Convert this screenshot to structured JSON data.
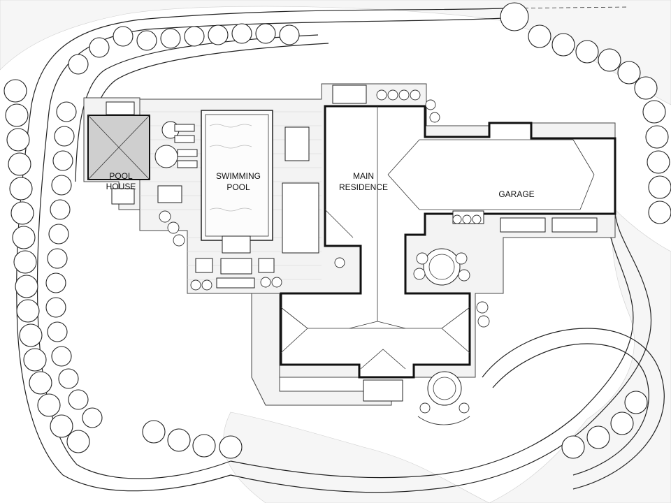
{
  "plan": {
    "labels": {
      "pool_house_line1": "POOL",
      "pool_house_line2": "HOUSE",
      "swimming_pool_line1": "SWIMMING",
      "swimming_pool_line2": "POOL",
      "main_residence_line1": "MAIN",
      "main_residence_line2": "RESIDENCE",
      "garage": "GARAGE"
    }
  }
}
